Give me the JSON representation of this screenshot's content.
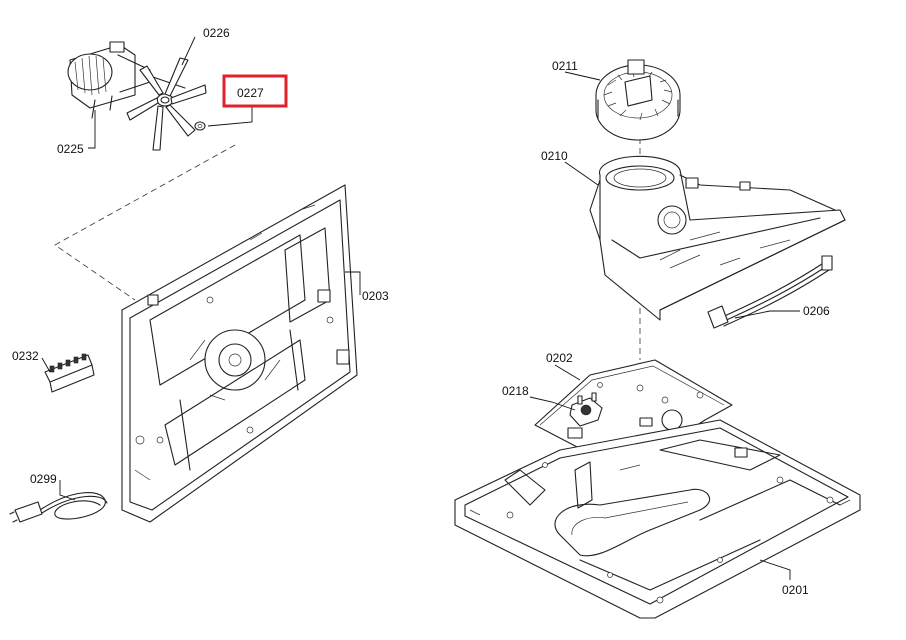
{
  "parts": [
    {
      "key": "p0225",
      "label": "0225"
    },
    {
      "key": "p0226",
      "label": "0226"
    },
    {
      "key": "p0227",
      "label": "0227"
    },
    {
      "key": "p0203",
      "label": "0203"
    },
    {
      "key": "p0232",
      "label": "0232"
    },
    {
      "key": "p0299",
      "label": "0299"
    },
    {
      "key": "p0211",
      "label": "0211"
    },
    {
      "key": "p0210",
      "label": "0210"
    },
    {
      "key": "p0206",
      "label": "0206"
    },
    {
      "key": "p0202",
      "label": "0202"
    },
    {
      "key": "p0218",
      "label": "0218"
    },
    {
      "key": "p0201",
      "label": "0201"
    }
  ],
  "highlight": {
    "part": "0227",
    "color": "#e0202a"
  },
  "colors": {
    "line": "#222222",
    "background": "#ffffff"
  }
}
